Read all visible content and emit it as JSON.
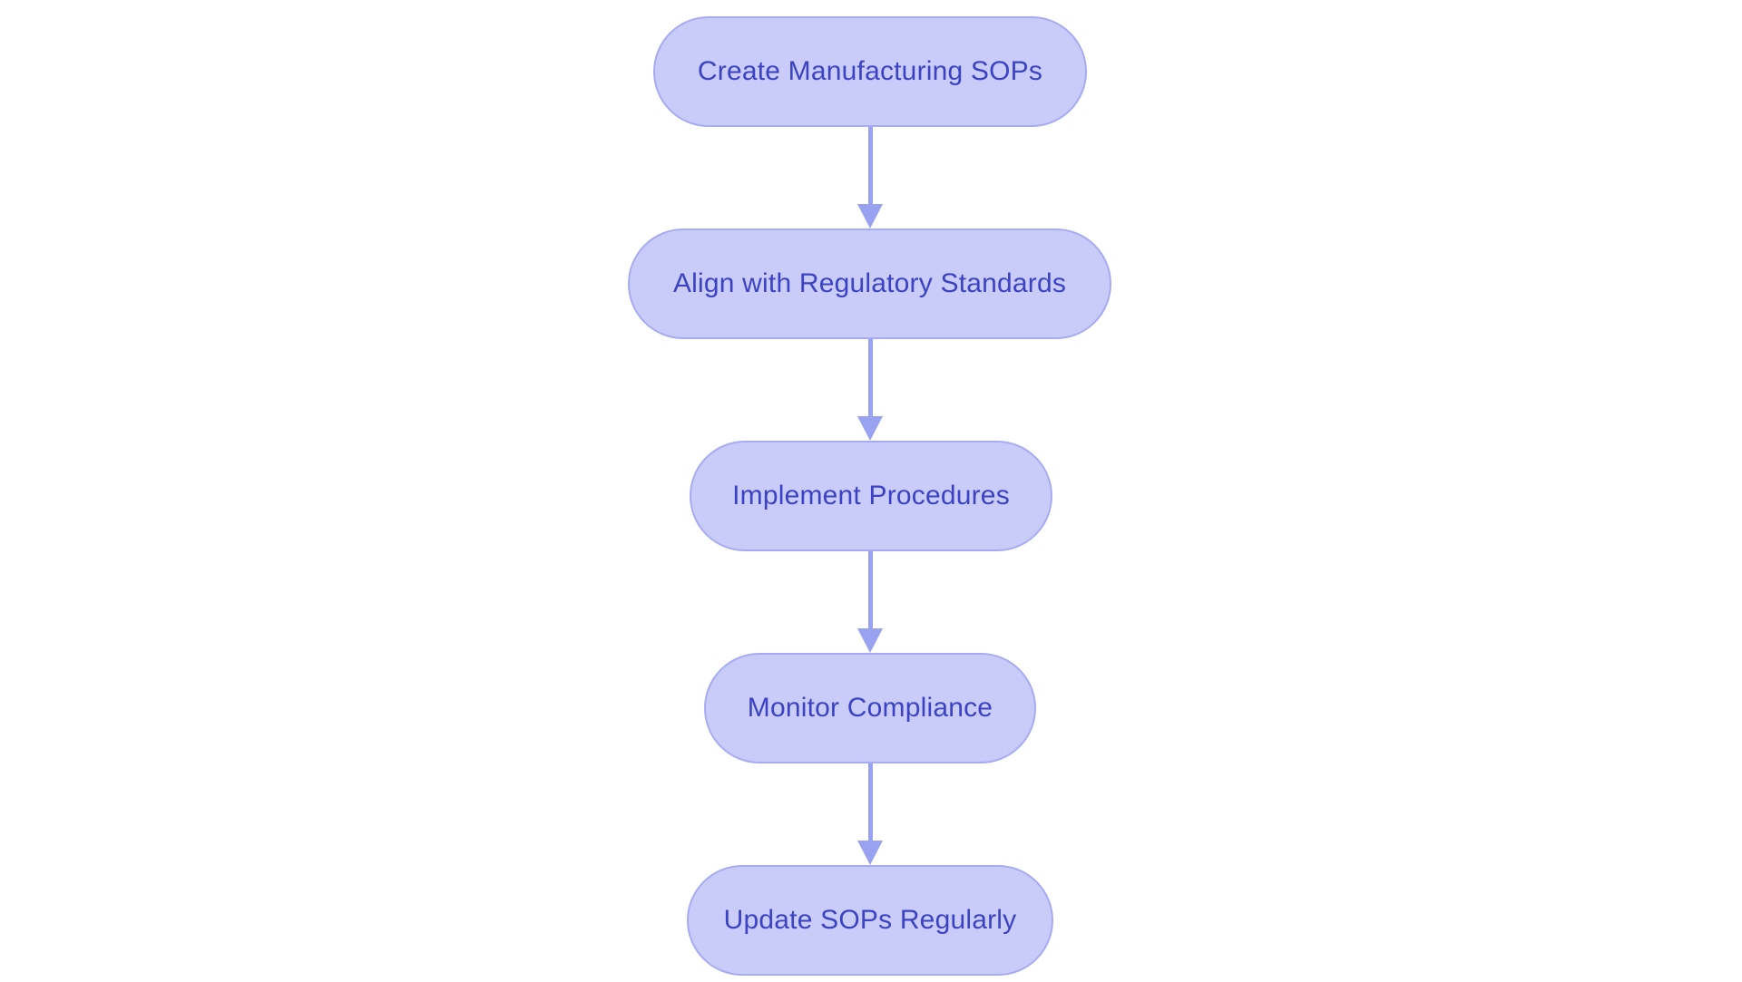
{
  "flowchart": {
    "type": "vertical-process-flow",
    "direction": "top-down",
    "nodes": [
      {
        "id": "1",
        "label": "Create Manufacturing SOPs"
      },
      {
        "id": "2",
        "label": "Align with Regulatory Standards"
      },
      {
        "id": "3",
        "label": "Implement Procedures"
      },
      {
        "id": "4",
        "label": "Monitor Compliance"
      },
      {
        "id": "5",
        "label": "Update SOPs Regularly"
      }
    ],
    "edges": [
      {
        "from": "1",
        "to": "2"
      },
      {
        "from": "2",
        "to": "3"
      },
      {
        "from": "3",
        "to": "4"
      },
      {
        "from": "4",
        "to": "5"
      }
    ],
    "colors": {
      "node_fill": "#c9cbf9",
      "node_border": "#a6abf2",
      "node_text": "#3b43c4",
      "arrow": "#99a1f1",
      "background": "#ffffff"
    }
  }
}
